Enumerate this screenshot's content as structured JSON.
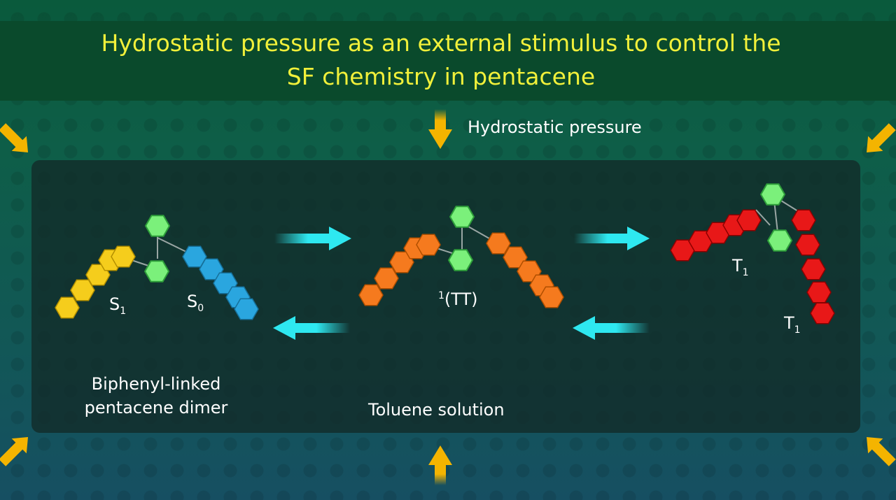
{
  "title": {
    "line1": "Hydrostatic pressure as an external stimulus to control the",
    "line2": "SF chemistry in pentacene"
  },
  "pressure_label": "Hydrostatic pressure",
  "states": {
    "s1": {
      "letter": "S",
      "sub": "1"
    },
    "s0": {
      "letter": "S",
      "sub": "0"
    },
    "tt": {
      "sup": "1",
      "text": "(TT)"
    },
    "t1a": {
      "letter": "T",
      "sub": "1"
    },
    "t1b": {
      "letter": "T",
      "sub": "1"
    }
  },
  "captions": {
    "dimer_line1": "Biphenyl-linked",
    "dimer_line2": "pentacene dimer",
    "solution": "Toluene solution"
  },
  "colors": {
    "title_text": "#f1f03a",
    "arrow_cyan": "#2ee8f0",
    "arrow_pressure": "#f4b400",
    "s1_yellow": "#f5cd1c",
    "s0_blue": "#2aa6df",
    "tt_orange": "#f57a1e",
    "t1_red": "#e81818",
    "linker_green": "#7bf07b"
  }
}
